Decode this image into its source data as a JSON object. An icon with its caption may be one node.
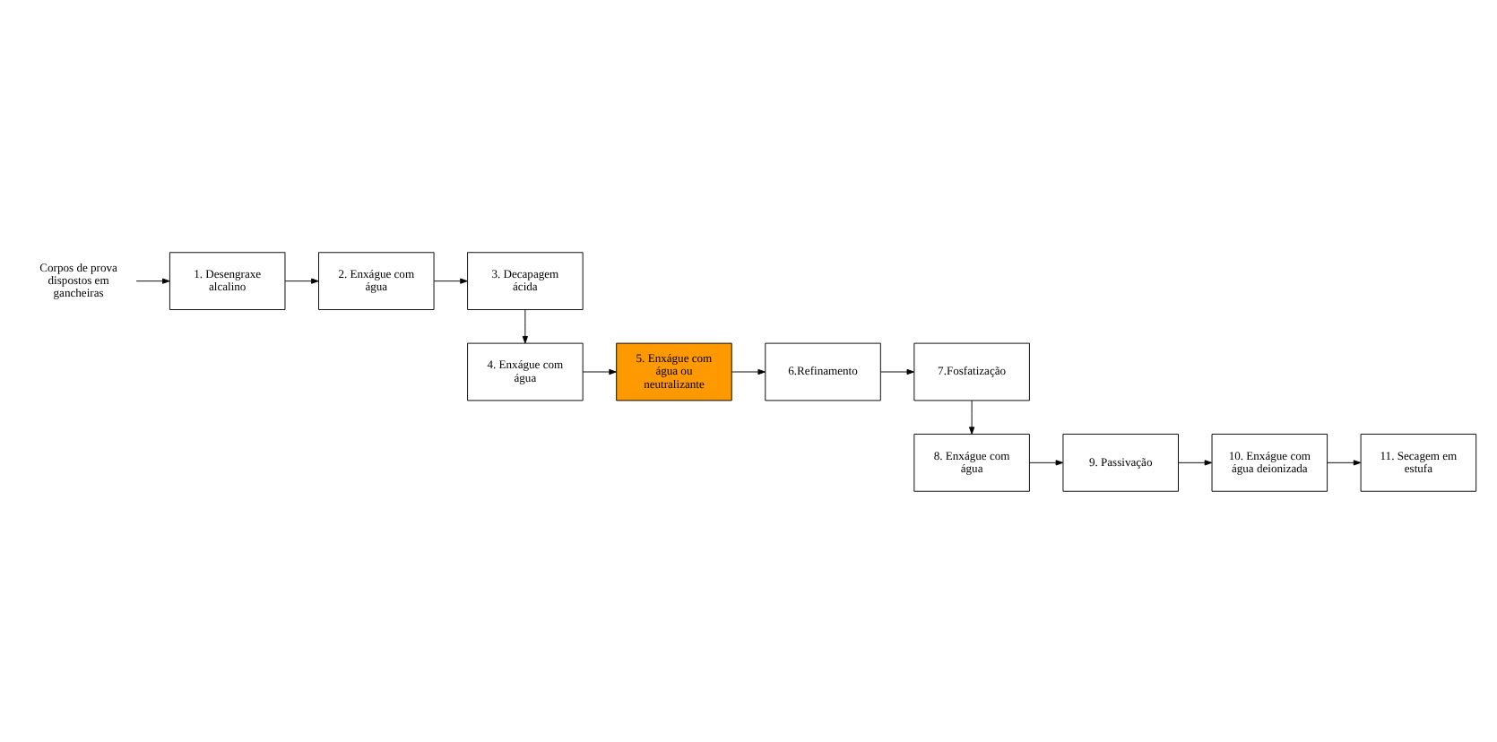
{
  "diagram": {
    "nodes": [
      {
        "text": [
          "Corpos de prova dispostos em gancheiras"
        ]
      },
      {
        "text": [
          "1. Desengraxe alcalino"
        ]
      },
      {
        "text": [
          "2. Enxágue com água"
        ]
      },
      {
        "text": [
          "3. Decapagem ácida"
        ]
      },
      {
        "text": [
          "4. Enxágue com água"
        ]
      },
      {
        "text": [
          "5. Enxágue com água ou neutralizante"
        ]
      },
      {
        "text": [
          "6.Refinamento"
        ]
      },
      {
        "text": [
          "7.Fosfatização"
        ]
      },
      {
        "text": [
          "8. Enxágue com água"
        ]
      },
      {
        "text": [
          "9. Passivação"
        ]
      },
      {
        "text": [
          "10. Enxágue com água deionizada"
        ]
      },
      {
        "text": [
          "11. Secagem em estufa"
        ]
      }
    ],
    "edges": [
      {
        "from": 0,
        "to": 1,
        "arrow": "to"
      },
      {
        "from": 1,
        "to": 2,
        "arrow": "to"
      },
      {
        "from": 2,
        "to": 3,
        "arrow": "to"
      },
      {
        "from": 3,
        "to": 4,
        "arrow": "to"
      },
      {
        "from": 4,
        "to": 5,
        "arrow": "to"
      },
      {
        "from": 5,
        "to": 6,
        "arrow": "to"
      },
      {
        "from": 6,
        "to": 7,
        "arrow": "to"
      },
      {
        "from": 7,
        "to": 8,
        "arrow": "to"
      },
      {
        "from": 8,
        "to": 9,
        "arrow": "to"
      },
      {
        "from": 9,
        "to": 10,
        "arrow": "to"
      },
      {
        "from": 10,
        "to": 11,
        "arrow": "to"
      }
    ]
  }
}
